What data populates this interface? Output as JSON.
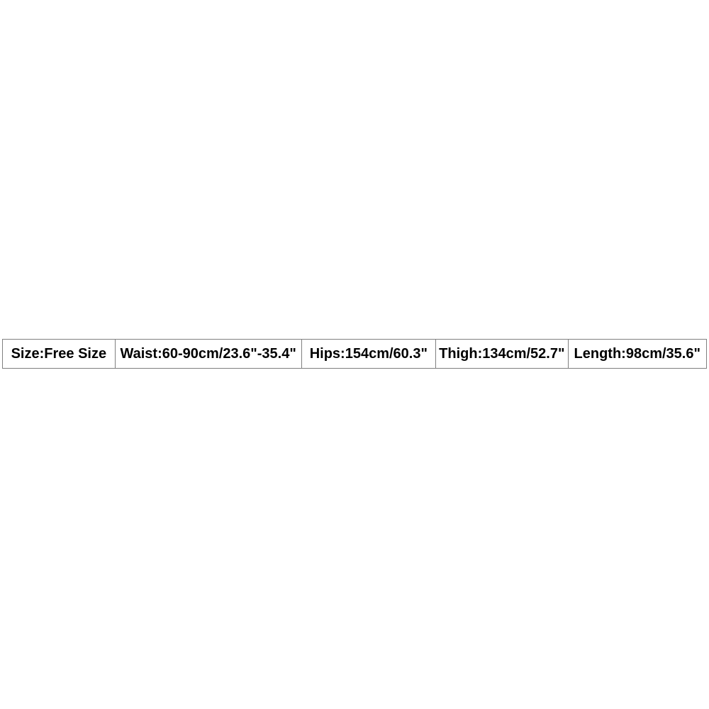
{
  "page": {
    "background_color": "#ffffff"
  },
  "size_table": {
    "border_color": "#7f7f7f",
    "text_color": "#000000",
    "cells": [
      {
        "label": "Size:Free Size"
      },
      {
        "label": "Waist:60-90cm/23.6\"-35.4\""
      },
      {
        "label": "Hips:154cm/60.3\""
      },
      {
        "label": "Thigh:134cm/52.7\""
      },
      {
        "label": "Length:98cm/35.6\""
      }
    ]
  }
}
